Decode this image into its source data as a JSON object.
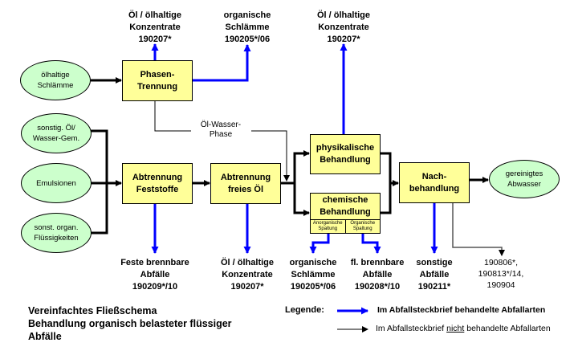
{
  "diagram": {
    "colors": {
      "box_fill": "#ffff99",
      "ellipse_fill": "#ccffcc",
      "treated_arrow": "#0000ff",
      "untreated_arrow": "#000000",
      "main_flow": "#000000"
    },
    "inputs": [
      {
        "id": "oelhaltige-schlaemme",
        "lines": [
          "ölhaltige",
          "Schlämme"
        ]
      },
      {
        "id": "sonstig-oel-wasser",
        "lines": [
          "sonstig. Öl/",
          "Wasser-Gem."
        ]
      },
      {
        "id": "emulsionen",
        "lines": [
          "Emulsionen"
        ]
      },
      {
        "id": "sonst-organ-fluessigkeiten",
        "lines": [
          "sonst. organ.",
          "Flüssigkeiten"
        ]
      }
    ],
    "process_steps": [
      {
        "id": "phasen-trennung",
        "lines": [
          "Phasen-",
          "Trennung"
        ]
      },
      {
        "id": "abtrennung-feststoffe",
        "lines": [
          "Abtrennung",
          "Feststoffe"
        ]
      },
      {
        "id": "abtrennung-freies-oel",
        "lines": [
          "Abtrennung",
          "freies Öl"
        ]
      },
      {
        "id": "physikalische-behandlung",
        "lines": [
          "physikalische",
          "Behandlung"
        ]
      },
      {
        "id": "chemische-behandlung",
        "lines": [
          "chemische",
          "Behandlung"
        ],
        "sub": [
          [
            "Anorganische",
            "Spaltung"
          ],
          [
            "Organische",
            "Spaltung"
          ]
        ]
      },
      {
        "id": "nachbehandlung",
        "lines": [
          "Nach-",
          "behandlung"
        ]
      }
    ],
    "output": {
      "id": "gereinigtes-abwasser",
      "lines": [
        "gereinigtes",
        "Abwasser"
      ]
    },
    "connector_label": [
      "Öl-Wasser-",
      "Phase"
    ],
    "waste_outputs": {
      "top_phasen_oel": [
        "Öl / ölhaltige",
        "Konzentrate",
        "190207*"
      ],
      "top_phasen_schlaemme": [
        "organische",
        "Schlämme",
        "190205*/06"
      ],
      "top_physikalisch_oel": [
        "Öl / ölhaltige",
        "Konzentrate",
        "190207*"
      ],
      "bottom_feststoffe": [
        "Feste brennbare",
        "Abfälle",
        "190209*/10"
      ],
      "bottom_freies_oel": [
        "Öl / ölhaltige",
        "Konzentrate",
        "190207*"
      ],
      "bottom_anorg_schlaemme": [
        "organische",
        "Schlämme",
        "190205*/06"
      ],
      "bottom_org_brennbar": [
        "fl. brennbare",
        "Abfälle",
        "190208*/10"
      ],
      "bottom_sonstige": [
        "sonstige",
        "Abfälle",
        "190211*"
      ],
      "bottom_not_treated": [
        "190806*,",
        "190813*/14,",
        "190904"
      ]
    }
  },
  "title": {
    "lines": [
      "Vereinfachtes Fließschema",
      "Behandlung organisch belasteter flüssiger",
      "Abfälle"
    ]
  },
  "legend": {
    "label": "Legende:",
    "treated": "Im Abfallsteckbrief behandelte Abfallarten",
    "untreated_pre": "Im Abfallsteckbrief ",
    "untreated_emph": "nicht",
    "untreated_post": " behandelte Abfallarten"
  }
}
